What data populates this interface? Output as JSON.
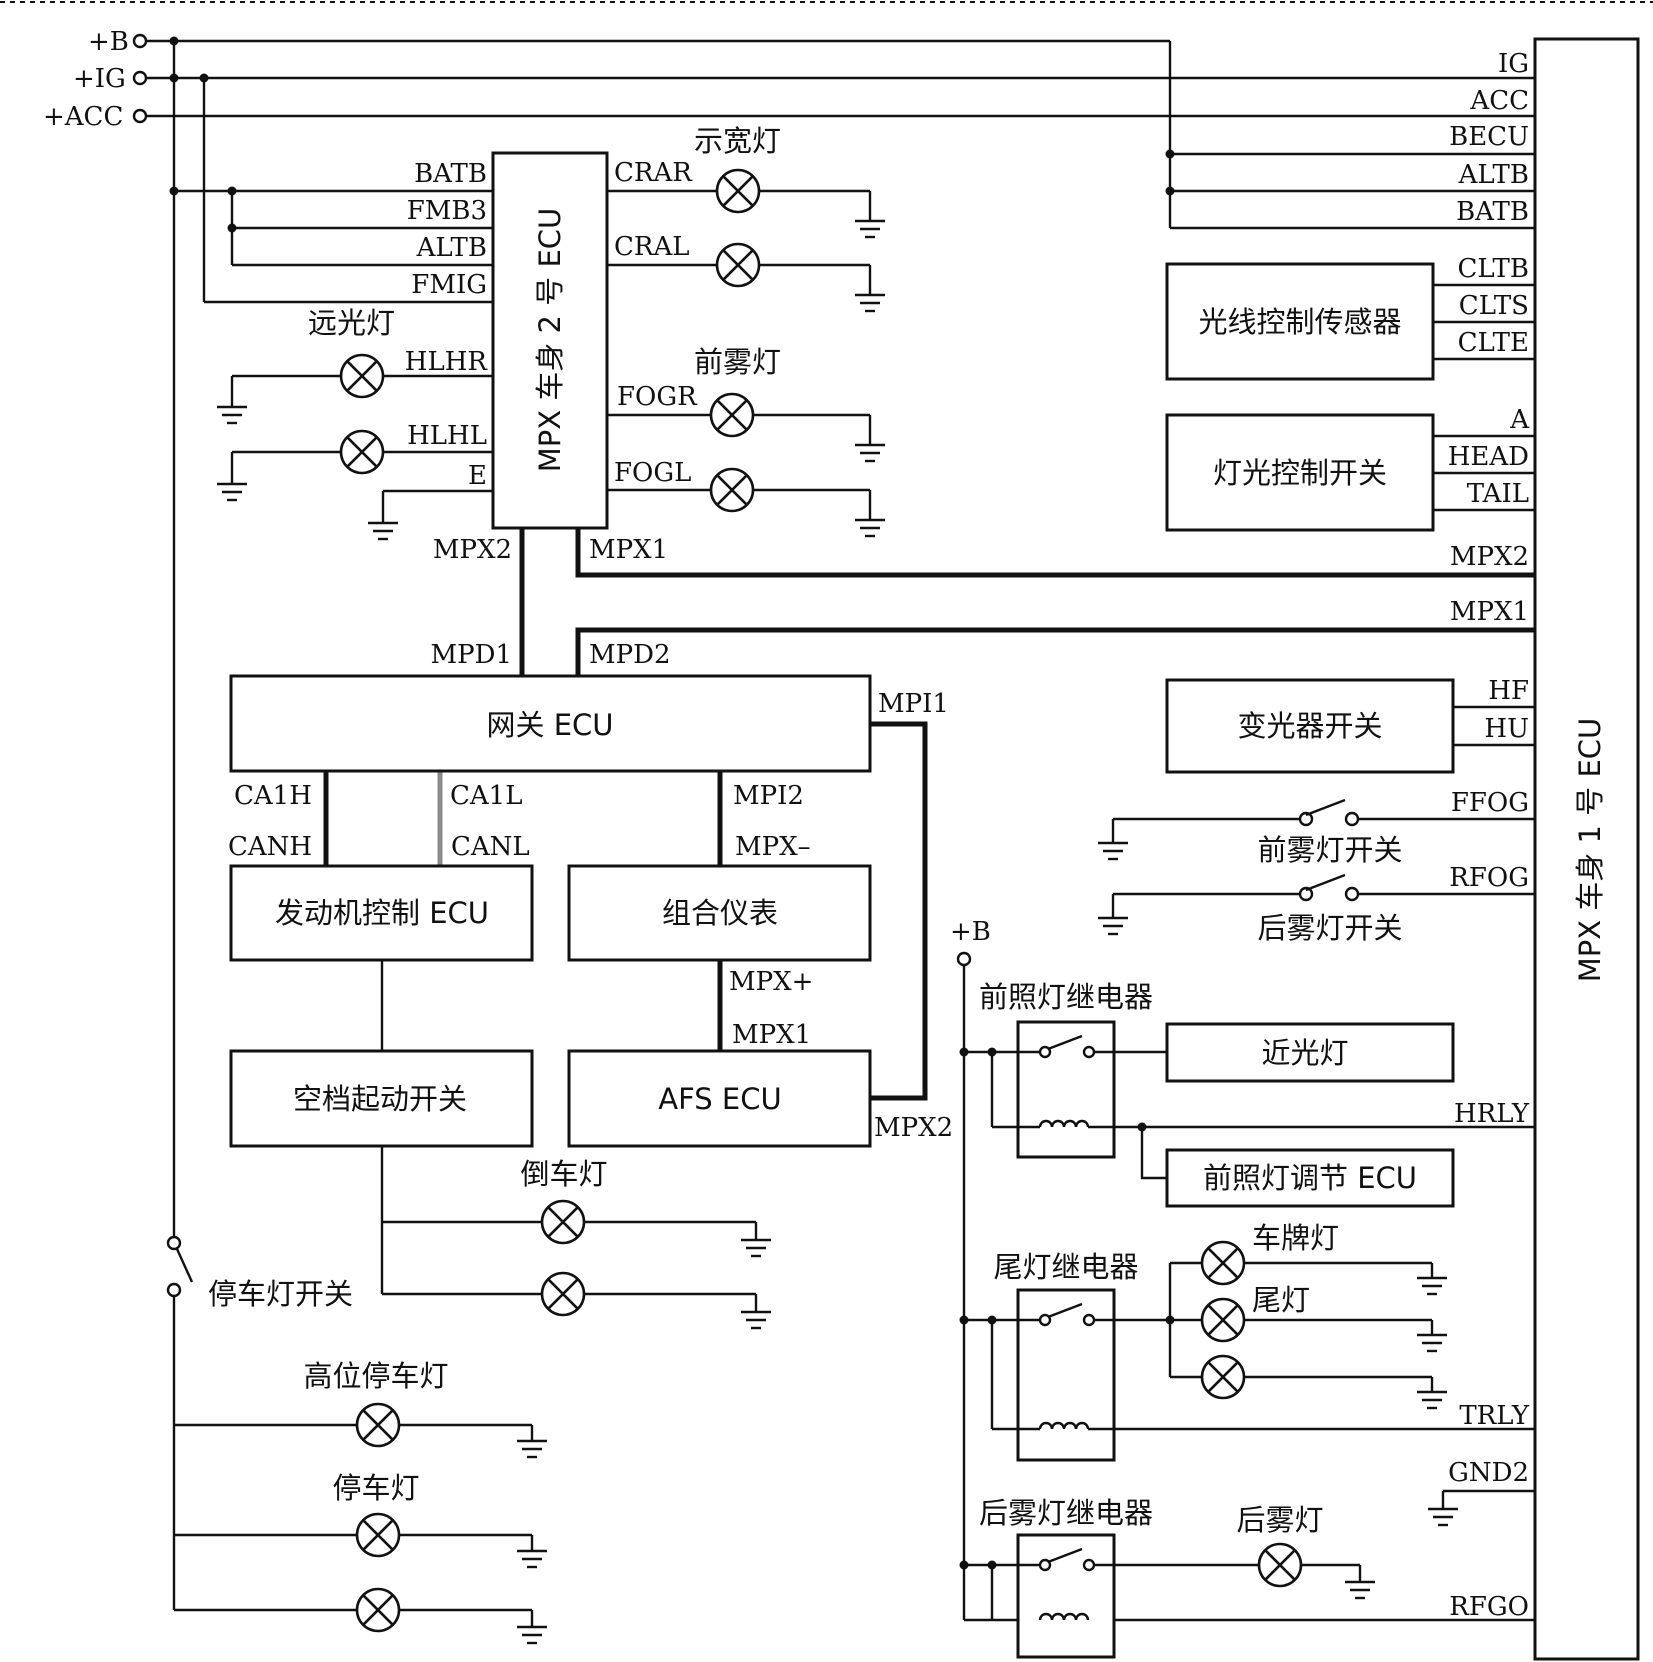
{
  "supply": {
    "b": "+B",
    "ig": "+IG",
    "acc": "+ACC",
    "b2": "+B"
  },
  "ecu1": {
    "title": "MPX 车身 1 号 ECU",
    "pins": {
      "ig": "IG",
      "acc": "ACC",
      "becu": "BECU",
      "altb": "ALTB",
      "batb": "BATB",
      "cltb": "CLTB",
      "clts": "CLTS",
      "clte": "CLTE",
      "a": "A",
      "head": "HEAD",
      "tail": "TAIL",
      "mpx2": "MPX2",
      "mpx1": "MPX1",
      "hf": "HF",
      "hu": "HU",
      "ffog": "FFOG",
      "rfog": "RFOG",
      "hrly": "HRLY",
      "trly": "TRLY",
      "gnd2": "GND2",
      "rfgo": "RFGO"
    }
  },
  "ecu2": {
    "title": "MPX 车身 2 号 ECU",
    "pins": {
      "batb": "BATB",
      "fmb3": "FMB3",
      "altb": "ALTB",
      "fmig": "FMIG",
      "hlhr": "HLHR",
      "hlhl": "HLHL",
      "e": "E",
      "crar": "CRAR",
      "cral": "CRAL",
      "fogr": "FOGR",
      "fogl": "FOGL",
      "mpx2": "MPX2",
      "mpx1": "MPX1"
    }
  },
  "lamps": {
    "clearance": "示宽灯",
    "high_beam": "远光灯",
    "front_fog": "前雾灯",
    "reverse": "倒车灯",
    "high_stop": "高位停车灯",
    "stop": "停车灯",
    "license": "车牌灯",
    "tail": "尾灯",
    "rear_fog": "后雾灯"
  },
  "modules": {
    "light_sensor": "光线控制传感器",
    "light_switch": "灯光控制开关",
    "dimmer_switch": "变光器开关",
    "gateway": "网关 ECU",
    "engine_ecu": "发动机控制 ECU",
    "meter": "组合仪表",
    "neutral_switch": "空档起动开关",
    "afs": "AFS ECU",
    "low_beam": "近光灯",
    "leveling_ecu": "前照灯调节 ECU"
  },
  "switches": {
    "front_fog": "前雾灯开关",
    "rear_fog": "后雾灯开关",
    "stop_lamp": "停车灯开关"
  },
  "relays": {
    "headlamp": "前照灯继电器",
    "tail": "尾灯继电器",
    "rear_fog": "后雾灯继电器"
  },
  "bus_labels": {
    "mpd1": "MPD1",
    "mpd2": "MPD2",
    "mpi1": "MPI1",
    "mpi2": "MPI2",
    "mpx_minus": "MPX–",
    "mpx_plus": "MPX+",
    "mpx1": "MPX1",
    "mpx2": "MPX2",
    "ca1h": "CA1H",
    "ca1l": "CA1L",
    "canh": "CANH",
    "canl": "CANL"
  }
}
